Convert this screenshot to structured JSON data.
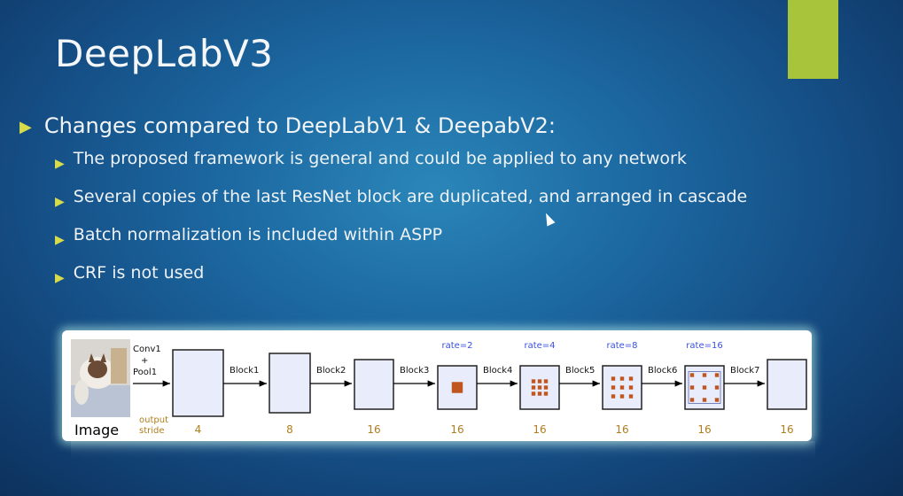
{
  "slide": {
    "title": "DeepLabV3",
    "bullet_main": "Changes compared to DeepLabV1 & DeepabV2:",
    "sub_bullets": [
      "The proposed framework is general and could be applied to any network",
      "Several copies of the last ResNet block are duplicated, and arranged in cascade",
      "Batch normalization is included within ASPP",
      "CRF is not used"
    ]
  },
  "diagram": {
    "image_label": "Image",
    "conv_label": "Conv1\n+\nPool1",
    "output_stride_label": "output\nstride",
    "blocks": [
      "Block1",
      "Block2",
      "Block3",
      "Block4",
      "Block5",
      "Block6",
      "Block7"
    ],
    "rates": [
      "rate=2",
      "rate=4",
      "rate=8",
      "rate=16"
    ],
    "strides": [
      "4",
      "8",
      "16",
      "16",
      "16",
      "16",
      "16",
      "16"
    ],
    "colors": {
      "rate_text": "#3a4fe0",
      "stride_text": "#b07d1d",
      "feature_fill": "#e9ecfb",
      "dot": "#c0551f"
    }
  }
}
